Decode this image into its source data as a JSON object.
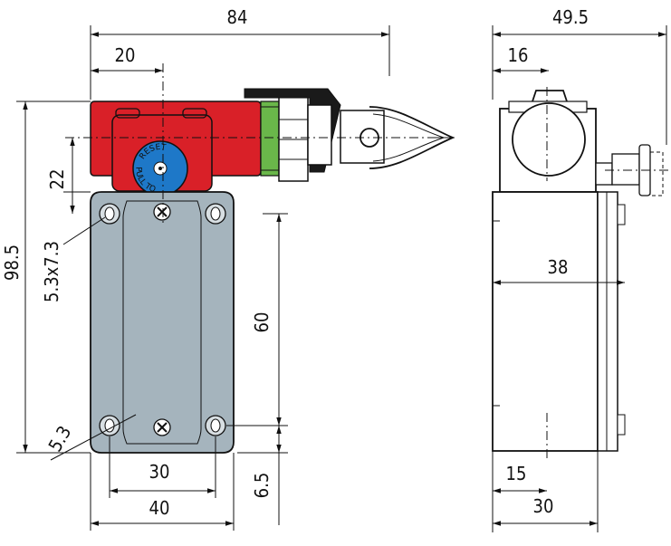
{
  "dimensions": {
    "overall_width_front": "84",
    "offset_front": "20",
    "overall_height": "98.5",
    "head_height": "22",
    "slot_hole": "5.3x7.3",
    "round_hole": "5.3",
    "mounting_height": "60",
    "base_offset": "6.5",
    "mounting_width": "30",
    "body_width": "40",
    "overall_width_side": "49.5",
    "offset_side": "16",
    "depth_inner": "38",
    "side_offset": "15",
    "side_width": "30"
  },
  "reset_knob": {
    "label": "RESET",
    "sub_label": "PULL TO"
  },
  "colors": {
    "head_red": "#d92028",
    "body_grey": "#a5b4bd",
    "knob_blue": "#1e78c8",
    "ring_green": "#6ab74a"
  }
}
